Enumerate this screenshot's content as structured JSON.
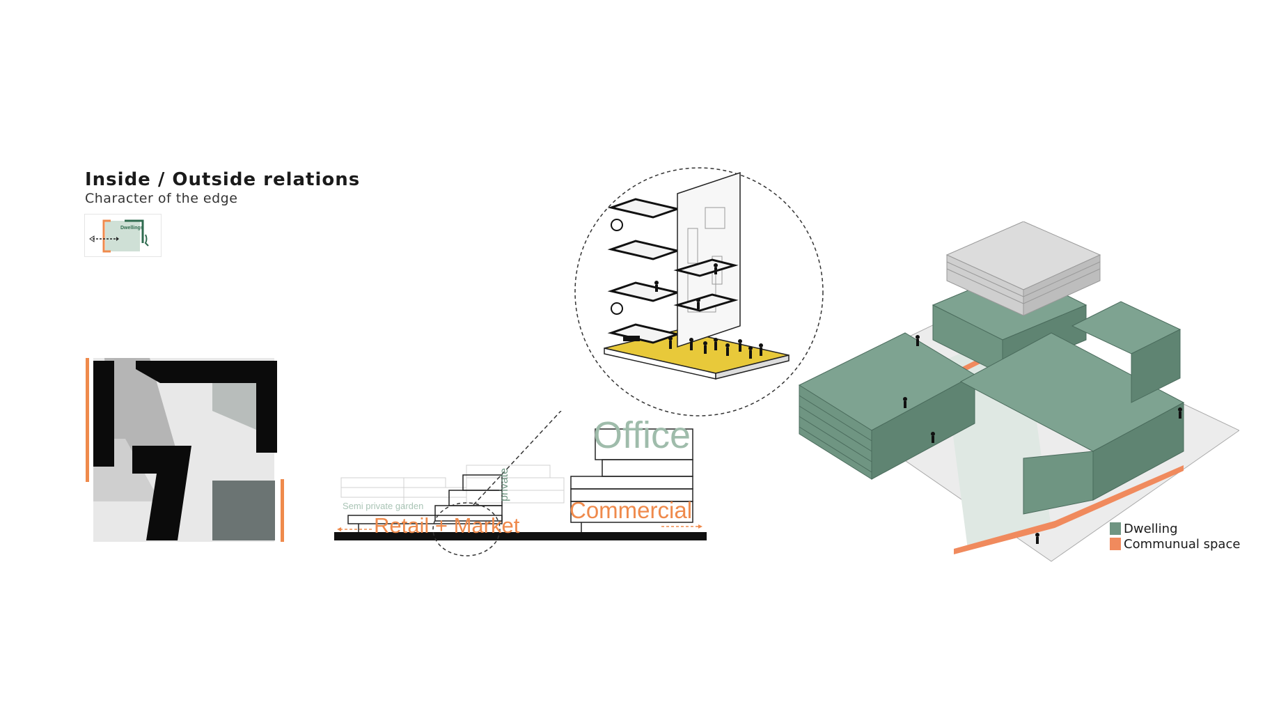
{
  "header": {
    "title": "Inside / Outside relations",
    "subtitle": "Character of the edge"
  },
  "key_thumbnail": {
    "label": "Dwellings"
  },
  "section": {
    "labels": {
      "semi_private": "Semi private garden",
      "private": "private",
      "retail": "Retail + Market",
      "office": "Office",
      "commercial": "Commercial"
    }
  },
  "legend": {
    "items": [
      {
        "label": "Dwelling",
        "color": "#6f9582"
      },
      {
        "label": "Communual space",
        "color": "#f08a5d"
      }
    ]
  },
  "colors": {
    "accent_orange": "#ef8a4c",
    "dwelling_green": "#6f9582",
    "yellow_floor": "#e8c93a",
    "dark": "#111111"
  }
}
